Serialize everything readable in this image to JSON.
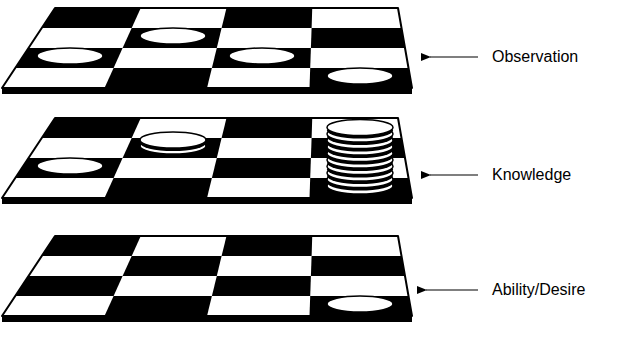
{
  "diagram": {
    "labels": [
      "Observation",
      "Knowledge",
      "Ability/Desire"
    ]
  }
}
